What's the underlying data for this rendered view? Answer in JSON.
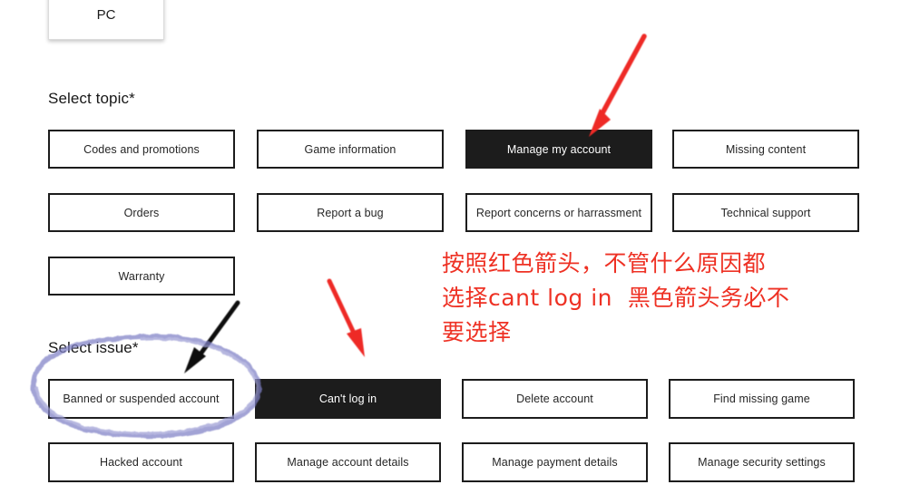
{
  "platform": {
    "selected_label": "PC"
  },
  "topic_section": {
    "heading": "Select topic*",
    "options": [
      {
        "label": "Codes and promotions",
        "selected": false
      },
      {
        "label": "Game information",
        "selected": false
      },
      {
        "label": "Manage my account",
        "selected": true
      },
      {
        "label": "Missing content",
        "selected": false
      },
      {
        "label": "Orders",
        "selected": false
      },
      {
        "label": "Report a bug",
        "selected": false
      },
      {
        "label": "Report concerns or harrassment",
        "selected": false
      },
      {
        "label": "Technical support",
        "selected": false
      },
      {
        "label": "Warranty",
        "selected": false
      }
    ]
  },
  "issue_section": {
    "heading": "Select issue*",
    "options": [
      {
        "label": "Banned or suspended account",
        "selected": false
      },
      {
        "label": "Can't log in",
        "selected": true
      },
      {
        "label": "Delete account",
        "selected": false
      },
      {
        "label": "Find missing game",
        "selected": false
      },
      {
        "label": "Hacked account",
        "selected": false
      },
      {
        "label": "Manage account details",
        "selected": false
      },
      {
        "label": "Manage payment details",
        "selected": false
      },
      {
        "label": "Manage security settings",
        "selected": false
      }
    ]
  },
  "annotations": {
    "note_lines": [
      "按照红色箭头，不管什么原因都",
      "选择cant log in  黑色箭头务必不",
      "要选择"
    ],
    "note_color": "#ee3124",
    "red_arrow_color": "#ee2b26",
    "black_arrow_color": "#111111",
    "circle_color": "#8b8cc8"
  }
}
